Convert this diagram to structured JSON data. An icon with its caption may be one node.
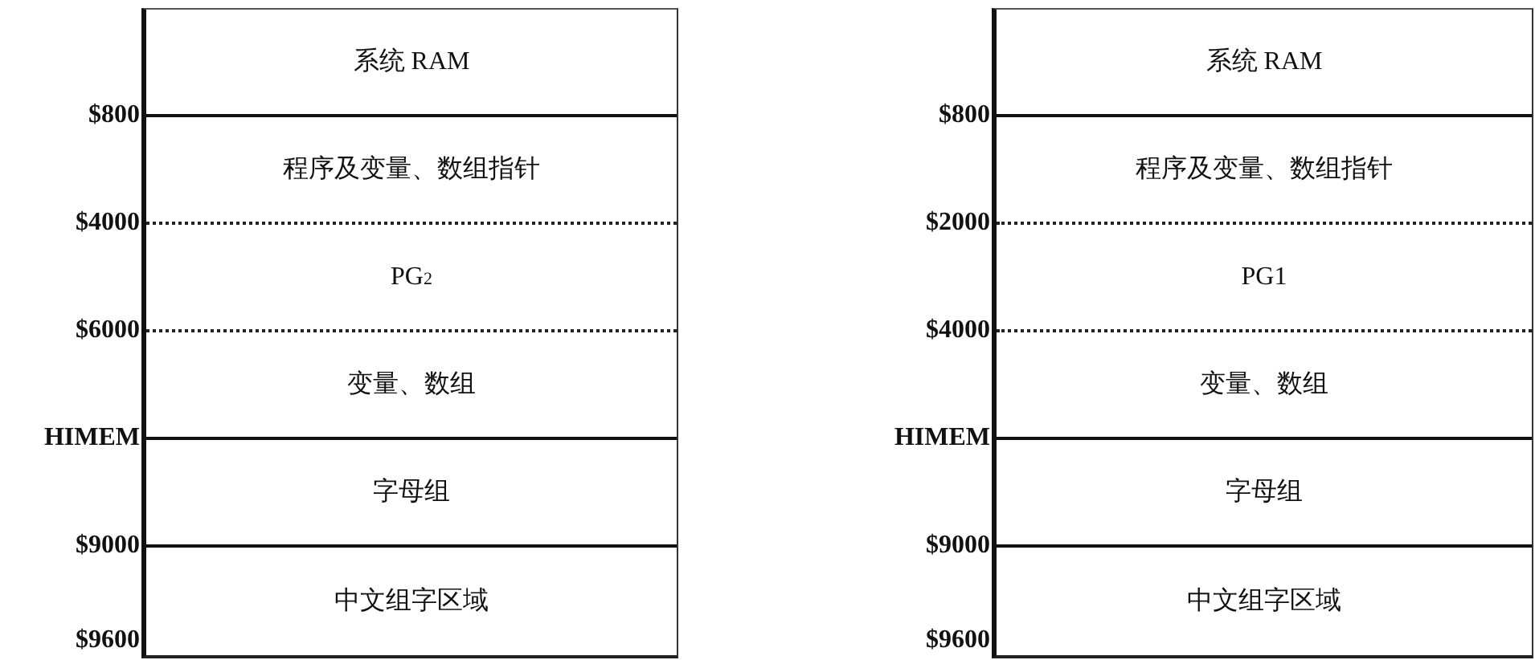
{
  "diagram": {
    "nodes": [
      {
        "text": [],
        "shape": "box"
      },
      {
        "text": [
          "系统 RAM"
        ],
        "in": 0
      },
      {
        "text": [
          "程序及变量、数组指针"
        ],
        "in": 0
      },
      {
        "text": [
          "PG$_{2}$"
        ],
        "in": 0
      },
      {
        "text": [
          "变量、数组"
        ],
        "in": 0
      },
      {
        "text": [
          "字母组"
        ],
        "in": 0
      },
      {
        "text": [
          "中文组字区域"
        ],
        "in": 0
      },
      {
        "text": [],
        "shape": "box"
      },
      {
        "text": [
          "系统 RAM"
        ],
        "in": 7
      },
      {
        "text": [
          "程序及变量、数组指针"
        ],
        "in": 7
      },
      {
        "text": [
          "PG1"
        ],
        "in": 7
      },
      {
        "text": [
          "变量、数组"
        ],
        "in": 7
      },
      {
        "text": [
          "字母组"
        ],
        "in": 7
      },
      {
        "text": [
          "中文组字区域"
        ],
        "in": 7
      }
    ],
    "labels": [
      "$800",
      "$4000",
      "$6000",
      "HIMEM",
      "$9000",
      "$9600",
      "$800",
      "$2000",
      "$4000",
      "HIMEM",
      "$9000",
      "$9600"
    ]
  }
}
